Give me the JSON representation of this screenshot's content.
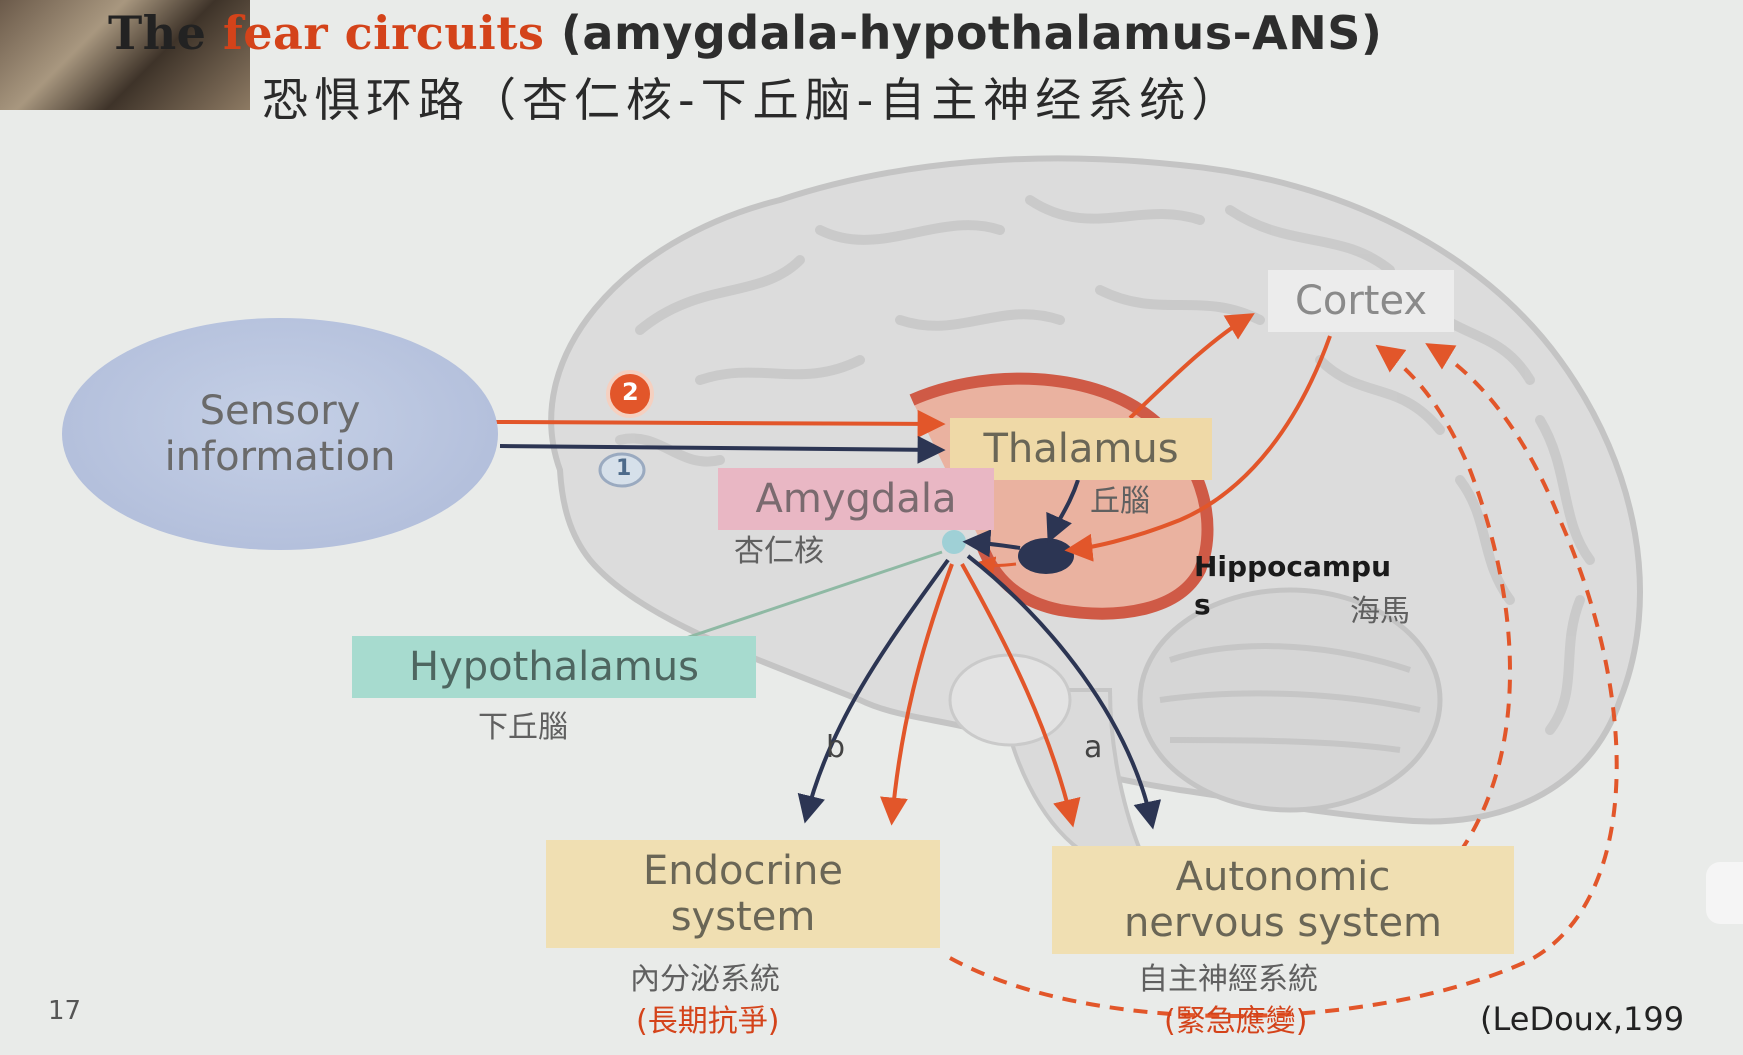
{
  "title": {
    "prefix": "The",
    "highlight": "fear circuits",
    "rest": "(amygdala-hypothalamus-ANS)",
    "chinese": "恐惧环路（杏仁核-下丘脑-自主神经系统）"
  },
  "labels": {
    "sensory_line1": "Sensory",
    "sensory_line2": "information",
    "thalamus": "Thalamus",
    "thalamus_zh": "丘腦",
    "amygdala": "Amygdala",
    "amygdala_zh": "杏仁核",
    "hypothalamus": "Hypothalamus",
    "hypothalamus_zh": "下丘腦",
    "cortex": "Cortex",
    "hippocampus_line1": "Hippocampu",
    "hippocampus_line2": "s",
    "hippocampus_zh": "海馬",
    "endocrine_line1": "Endocrine",
    "endocrine_line2": "system",
    "endocrine_zh": "內分泌系統",
    "endocrine_note": "(長期抗爭)",
    "autonomic_line1": "Autonomic",
    "autonomic_line2": "nervous system",
    "autonomic_zh": "自主神經系統",
    "autonomic_note": "(緊急應變)",
    "path_b": "b",
    "path_a": "a",
    "marker_1": "1",
    "marker_2": "2"
  },
  "footer": {
    "page_number": "17",
    "citation": "(LeDoux,199"
  },
  "colors": {
    "orange_path": "#e2562a",
    "dark_path": "#2c3553",
    "brain": "#cfcfcf"
  },
  "icons": [
    "brain-illustration",
    "play-icon"
  ]
}
